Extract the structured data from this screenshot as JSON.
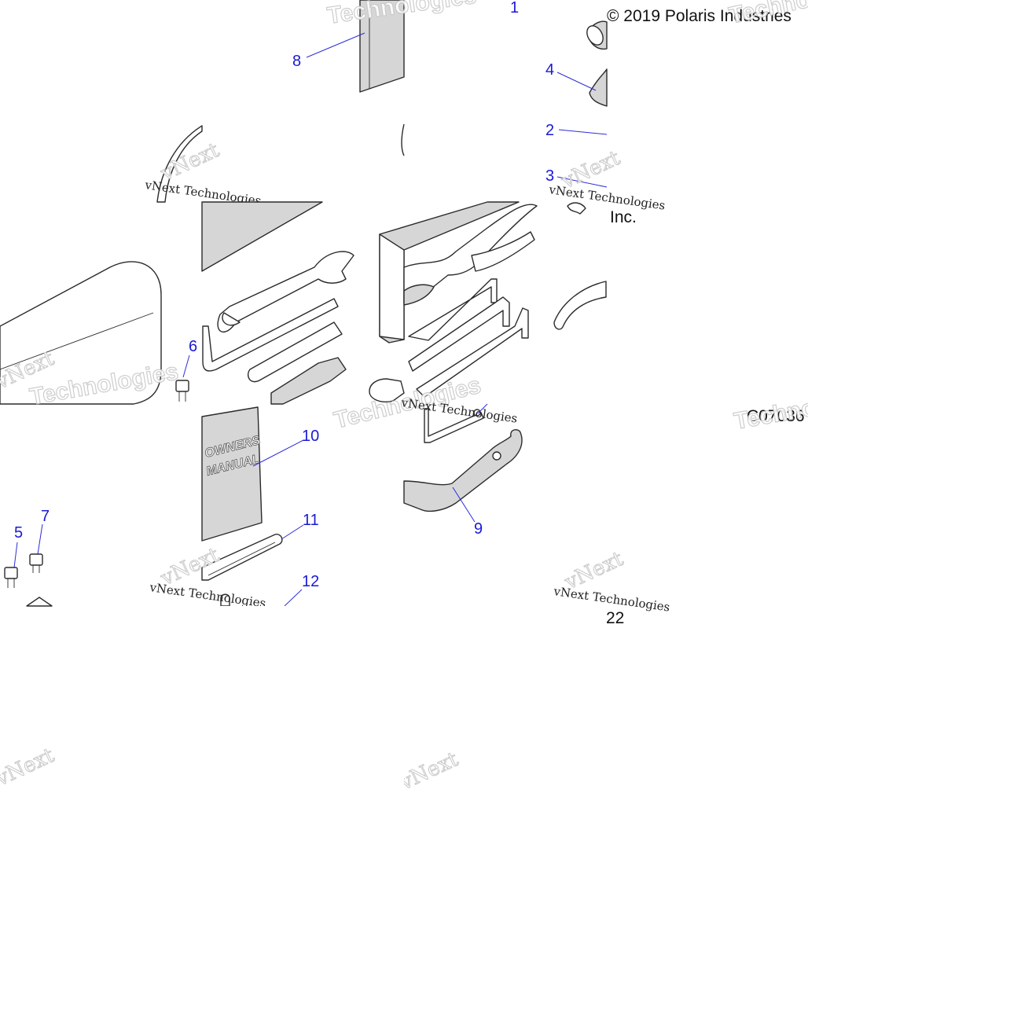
{
  "diagram": {
    "copyright": "© 2019 Polaris Industries",
    "copyright_inc": "Inc.",
    "figure_code": "C07036",
    "page_fragment": "22",
    "manual_cover_line1": "OWNERS",
    "manual_cover_line2": "MANUAL",
    "callouts": [
      "1",
      "2",
      "3",
      "4",
      "5",
      "6",
      "7",
      "8",
      "9",
      "10",
      "11",
      "12"
    ],
    "watermark": {
      "brand_top": "vNext",
      "brand_serif": "vNext Technologies",
      "brand_word": "Technologies"
    }
  }
}
